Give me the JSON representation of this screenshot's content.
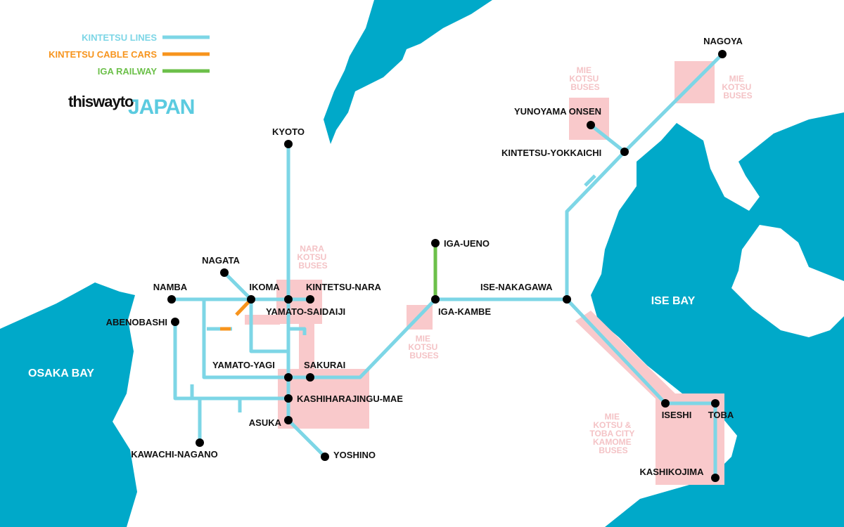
{
  "colors": {
    "water": "#00a9c9",
    "kintetsu_line": "#7dd6e6",
    "cable_car": "#f7941d",
    "iga_railway": "#6cc04a",
    "bus_area": "#f9c9cb",
    "station": "#000000"
  },
  "legend": {
    "kintetsu_lines": "KINTETSU LINES",
    "kintetsu_cable_cars": "KINTETSU CABLE CARS",
    "iga_railway": "IGA RAILWAY"
  },
  "logo": {
    "prefix": "thiswayto",
    "main": "JAPAN"
  },
  "water_labels": {
    "osaka_bay": "OSAKA BAY",
    "ise_bay": "ISE BAY"
  },
  "stations": {
    "kyoto": "KYOTO",
    "nagata": "NAGATA",
    "namba": "NAMBA",
    "ikoma": "IKOMA",
    "kintetsu_nara": "KINTETSU-NARA",
    "yamato_saidaiji": "YAMATO-SAIDAIJI",
    "abenobashi": "ABENOBASHI",
    "yamato_yagi": "YAMATO-YAGI",
    "sakurai": "SAKURAI",
    "kashiharajingu_mae": "KASHIHARAJINGU-MAE",
    "asuka": "ASUKA",
    "yoshino": "YOSHINO",
    "kawachi_nagano": "KAWACHI-NAGANO",
    "iga_ueno": "IGA-UENO",
    "iga_kambe": "IGA-KAMBE",
    "ise_nakagawa": "ISE-NAKAGAWA",
    "nagoya": "NAGOYA",
    "yunoyama_onsen": "YUNOYAMA ONSEN",
    "kintetsu_yokkaichi": "KINTETSU-YOKKAICHI",
    "iseshi": "ISESHI",
    "toba": "TOBA",
    "kashikojima": "KASHIKOJIMA"
  },
  "bus_areas": {
    "nara": [
      "NARA",
      "KOTSU",
      "BUSES"
    ],
    "mie_kambe": [
      "MIE",
      "KOTSU",
      "BUSES"
    ],
    "mie_yunoyama": [
      "MIE",
      "KOTSU",
      "BUSES"
    ],
    "mie_nagoya": [
      "MIE",
      "KOTSU",
      "BUSES"
    ],
    "mie_ise": [
      "MIE",
      "KOTSU &",
      "TOBA CITY",
      "KAMOME",
      "BUSES"
    ]
  }
}
